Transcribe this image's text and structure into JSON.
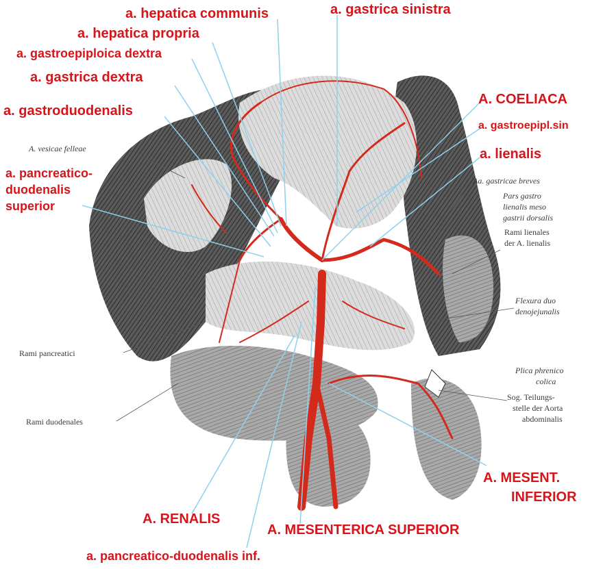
{
  "colors": {
    "label_red": "#d7141a",
    "leader_blue": "#8fd0ee",
    "artery": "#d32a1c",
    "tissue_dark": "#3b3b3b",
    "tissue_light": "#d9d9d9",
    "background": "#ffffff"
  },
  "labels": {
    "hepatica_communis": "a. hepatica communis",
    "gastrica_sinistra": "a. gastrica sinistra",
    "hepatica_propria": "a. hepatica propria",
    "gastroepiploica_dextra": "a. gastroepiploica dextra",
    "gastrica_dextra": "a. gastrica dextra",
    "coeliaca": "A. COELIACA",
    "gastroduodenalis": "a. gastroduodenalis",
    "gastroepipl_sin": "a. gastroepipl.sin",
    "lienalis": "a. lienalis",
    "pancreatico_sup_1": "a. pancreatico-",
    "pancreatico_sup_2": "duodenalis",
    "pancreatico_sup_3": "superior",
    "mesent_inferior_1": "A. MESENT.",
    "mesent_inferior_2": "INFERIOR",
    "renalis": "A. RENALIS",
    "mesenterica_superior": "A. MESENTERICA SUPERIOR",
    "pancreatico_inf": "a. pancreatico-duodenalis inf."
  },
  "print_labels": {
    "vesicae_felleae": "A. vesicae felleae",
    "gastricae_breves": "Aa. gastricae breves",
    "pars_gastro_1": "Pars gastro",
    "pars_gastro_2": "lienalis meso",
    "pars_gastro_3": "gastrii dorsalis",
    "rami_lienales_1": "Rami lienales",
    "rami_lienales_2": "der A. lienalis",
    "flexura_1": "Flexura duo",
    "flexura_2": "denojejunalis",
    "rami_pancreatici": "Rami pancreatici",
    "plica_1": "Plica phrenico",
    "plica_2": "colica",
    "sog_1": "Sog. Teilungs-",
    "sog_2": "stelle der Aorta",
    "sog_3": "abdominalis",
    "rami_duodenales": "Rami duodenales"
  }
}
